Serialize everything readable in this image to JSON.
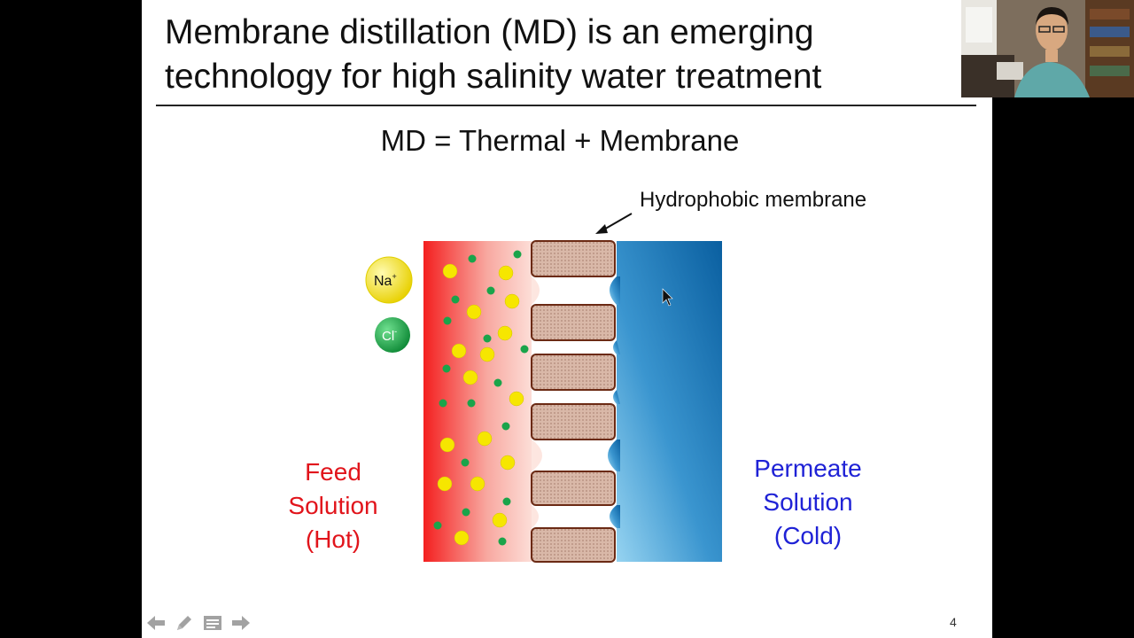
{
  "slide": {
    "title_line1": "Membrane distillation (MD) is an emerging",
    "title_line2": "technology for high salinity water treatment",
    "subtitle": "MD = Thermal + Membrane",
    "membrane_label": "Hydrophobic membrane",
    "feed_label": [
      "Feed",
      "Solution",
      "(Hot)"
    ],
    "permeate_label": [
      "Permeate",
      "Solution",
      "(Cold)"
    ],
    "legend_na": "Na",
    "legend_na_sup": "+",
    "legend_cl": "Cl",
    "legend_cl_sup": "-",
    "page_number": "4"
  },
  "controls": {
    "icons": [
      "arrow-left-icon",
      "pen-icon",
      "slides-menu-icon",
      "arrow-right-icon"
    ]
  },
  "colors": {
    "feed_text": "#e1141b",
    "permeate_text": "#1f22d6",
    "hot_gradient_start": "#f41f1f",
    "cold_gradient_end": "#0a5fa0",
    "na_ion": "#f6e600",
    "cl_ion": "#1aa44a",
    "membrane_block": "#d9b8a8"
  }
}
